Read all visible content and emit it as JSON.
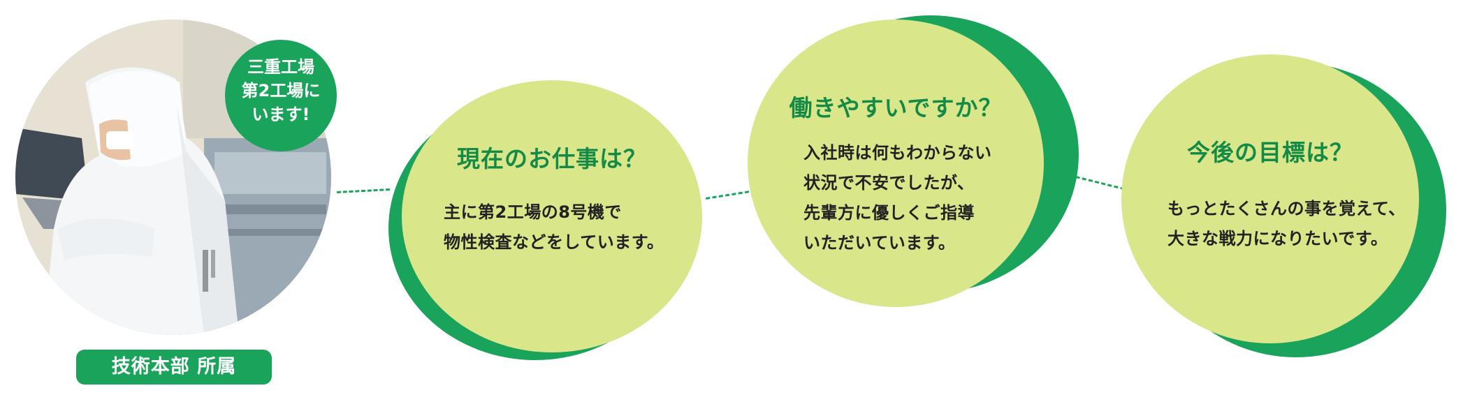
{
  "profile": {
    "location_badge": [
      "三重工場",
      "第2工場に",
      "います!"
    ],
    "department": "技術本部 所属"
  },
  "qa": [
    {
      "title": "現在のお仕事は？",
      "body": "主に第2工場の8号機で\n物性検査などをしています。"
    },
    {
      "title": "働きやすいですか？",
      "body": "入社時は何もわからない\n状況で不安でしたが、\n先輩方に優しくご指導\nいただいています。"
    },
    {
      "title": "今後の目標は？",
      "body": "もっとたくさんの事を覚えて、\n大きな戦力になりたいです。"
    }
  ],
  "colors": {
    "accent": "#1aa35a",
    "bubble": "#d9e68a",
    "title_text": "#148a47"
  },
  "icons": {
    "photo": "person-in-cleanroom-suit"
  }
}
